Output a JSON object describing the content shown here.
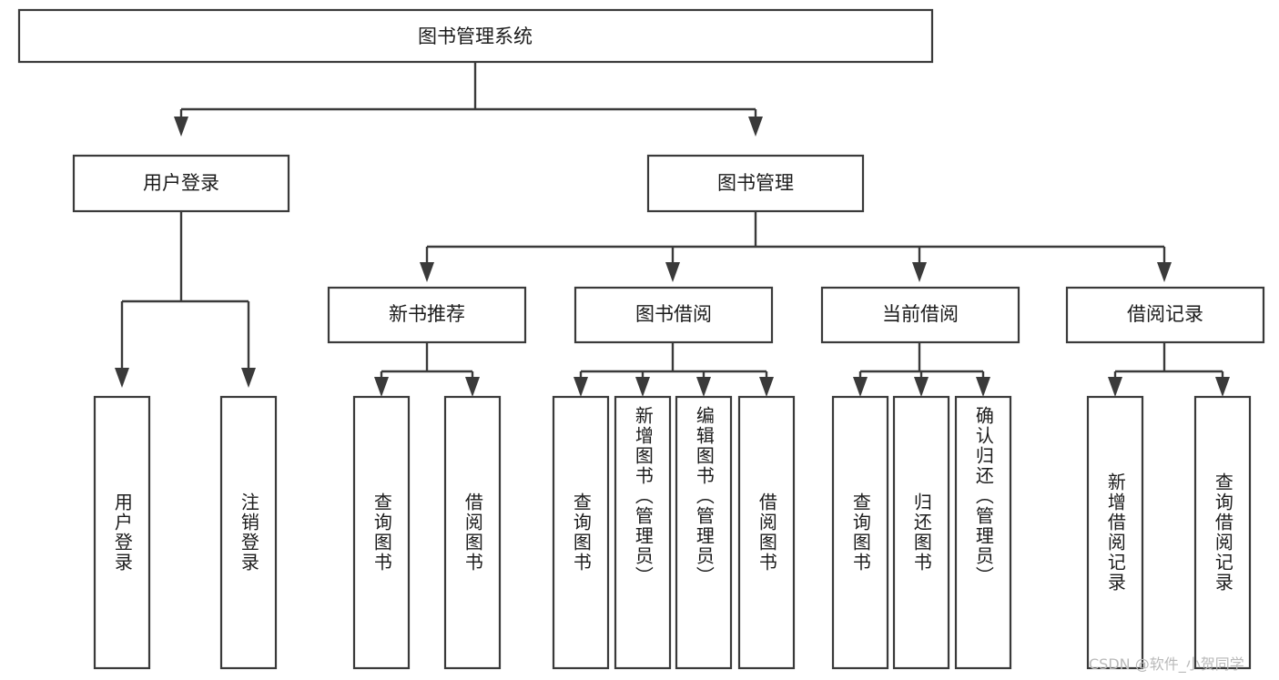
{
  "diagram": {
    "title": "图书管理系统",
    "type": "tree",
    "watermark": "CSDN @软件_小贺同学",
    "colors": {
      "background": "#ffffff",
      "box_fill": "#ffffff",
      "box_stroke": "#3a3a3a",
      "text": "#1b1b1b",
      "watermark": "#b9b9b9"
    },
    "nodes": {
      "root": {
        "label": "图书管理系统",
        "orientation": "horizontal"
      },
      "level2": [
        {
          "label": "用户登录",
          "orientation": "horizontal"
        },
        {
          "label": "图书管理",
          "orientation": "horizontal"
        }
      ],
      "level3": [
        {
          "label": "新书推荐",
          "orientation": "horizontal"
        },
        {
          "label": "图书借阅",
          "orientation": "horizontal"
        },
        {
          "label": "当前借阅",
          "orientation": "horizontal"
        },
        {
          "label": "借阅记录",
          "orientation": "horizontal"
        }
      ],
      "leaves_user_login": [
        {
          "label": "用户登录",
          "orientation": "vertical"
        },
        {
          "label": "注销登录",
          "orientation": "vertical"
        }
      ],
      "leaves_new_book": [
        {
          "label": "查询图书",
          "orientation": "vertical"
        },
        {
          "label": "借阅图书",
          "orientation": "vertical"
        }
      ],
      "leaves_borrow": [
        {
          "label": "查询图书",
          "orientation": "vertical"
        },
        {
          "label": "新增图书（管理员）",
          "orientation": "vertical"
        },
        {
          "label": "编辑图书（管理员）",
          "orientation": "vertical"
        },
        {
          "label": "借阅图书",
          "orientation": "vertical"
        }
      ],
      "leaves_current": [
        {
          "label": "查询图书",
          "orientation": "vertical"
        },
        {
          "label": "归还图书",
          "orientation": "vertical"
        },
        {
          "label": "确认归还（管理员）",
          "orientation": "vertical"
        }
      ],
      "leaves_records": [
        {
          "label": "新增借阅记录",
          "orientation": "vertical"
        },
        {
          "label": "查询借阅记录",
          "orientation": "vertical"
        }
      ]
    }
  }
}
